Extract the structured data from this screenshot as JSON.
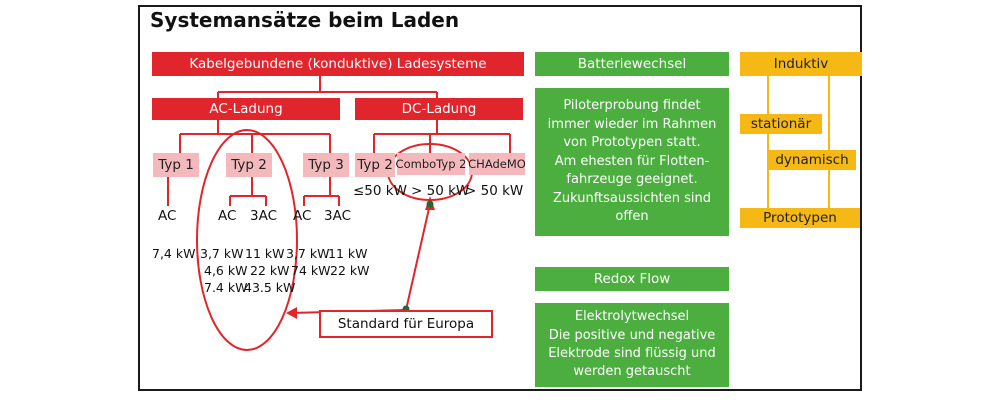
{
  "title": "Systemansätze beim Laden",
  "conductive": {
    "header": "Kabelgebundene (konduktive) Ladesysteme",
    "ac_label": "AC-Ladung",
    "dc_label": "DC-Ladung",
    "ac_types": [
      "Typ 1",
      "Typ 2",
      "Typ 3"
    ],
    "dc_types": [
      "Typ 2",
      "ComboTyp 2",
      "CHAdeMO"
    ],
    "dc_power": [
      "≤50 kW",
      "> 50 kW",
      "> 50 kW"
    ],
    "ac_phases": [
      "AC",
      "AC",
      "3AC",
      "AC",
      "3AC"
    ],
    "power_col1": [
      "7,4 kW"
    ],
    "power_col2": [
      "3,7 kW",
      "4,6 kW",
      "7.4 kW"
    ],
    "power_col3": [
      "11 kW",
      "22 kW",
      "43.5 kW"
    ],
    "power_col4": [
      "3,7 kW",
      "74 kW"
    ],
    "power_col5": [
      "11 kW",
      "22 kW"
    ],
    "standard_label": "Standard für Europa"
  },
  "battery_swap": {
    "header": "Batteriewechsel",
    "text_lines": [
      "Piloterprobung findet",
      "immer wieder im Rahmen",
      "von Prototypen statt.",
      "Am ehesten für Flotten-",
      "fahrzeuge geeignet.",
      "Zukunftsaussichten sind",
      "offen"
    ]
  },
  "redox_flow": {
    "header": "Redox Flow",
    "text_lines": [
      "Elektrolytwechsel",
      "Die positive und negative",
      "Elektrode sind flüssig und",
      "werden getauscht"
    ]
  },
  "inductive": {
    "header": "Induktiv",
    "items": [
      "stationär",
      "dynamisch",
      "Prototypen"
    ]
  },
  "colors": {
    "red": "#e0252d",
    "pink": "#f4b9bd",
    "green": "#4bae3e",
    "yellow": "#f5b814",
    "dark_green_dot": "#1f6b2a"
  }
}
